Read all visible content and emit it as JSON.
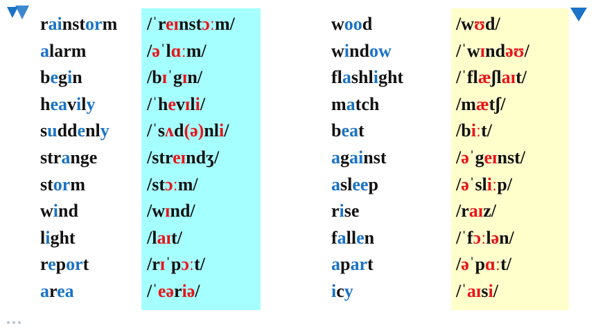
{
  "colors": {
    "vowel": "#1a73c6",
    "ipa_vowel": "#e8141b",
    "text": "#111111",
    "panel_left": "#a6ffff",
    "panel_right": "#ffffcc",
    "corner_icon": "#1a73c6"
  },
  "icons": {
    "top_left": "double-triangle-icon",
    "top_right": "triangle-down-icon",
    "bottom_left": "dots-icon"
  },
  "left_words": [
    [
      [
        "r",
        "k"
      ],
      [
        "ai",
        "b"
      ],
      [
        "nst",
        "k"
      ],
      [
        "or",
        "b"
      ],
      [
        "m",
        "k"
      ]
    ],
    [
      [
        "a",
        "b"
      ],
      [
        "larm",
        "k"
      ]
    ],
    [
      [
        "b",
        "k"
      ],
      [
        "e",
        "b"
      ],
      [
        "g",
        "k"
      ],
      [
        "i",
        "b"
      ],
      [
        "n",
        "k"
      ]
    ],
    [
      [
        "h",
        "k"
      ],
      [
        "ea",
        "b"
      ],
      [
        "v",
        "k"
      ],
      [
        "i",
        "b"
      ],
      [
        "l",
        "k"
      ],
      [
        "y",
        "b"
      ]
    ],
    [
      [
        "s",
        "k"
      ],
      [
        "u",
        "b"
      ],
      [
        "dd",
        "k"
      ],
      [
        "e",
        "b"
      ],
      [
        "nl",
        "k"
      ],
      [
        "y",
        "b"
      ]
    ],
    [
      [
        "str",
        "k"
      ],
      [
        "a",
        "b"
      ],
      [
        "nge",
        "k"
      ]
    ],
    [
      [
        "st",
        "k"
      ],
      [
        "or",
        "b"
      ],
      [
        "m",
        "k"
      ]
    ],
    [
      [
        "w",
        "k"
      ],
      [
        "i",
        "b"
      ],
      [
        "nd",
        "k"
      ]
    ],
    [
      [
        "l",
        "k"
      ],
      [
        "i",
        "b"
      ],
      [
        "ght",
        "k"
      ]
    ],
    [
      [
        "r",
        "k"
      ],
      [
        "e",
        "b"
      ],
      [
        "p",
        "k"
      ],
      [
        "or",
        "b"
      ],
      [
        "t",
        "k"
      ]
    ],
    [
      [
        "a",
        "b"
      ],
      [
        "r",
        "k"
      ],
      [
        "e",
        "b"
      ],
      [
        "a",
        "b"
      ]
    ]
  ],
  "left_ipa": [
    [
      [
        "/ˈr",
        "k"
      ],
      [
        "eɪ",
        "r"
      ],
      [
        "nst",
        "k"
      ],
      [
        "ɔː",
        "r"
      ],
      [
        "m/",
        "k"
      ]
    ],
    [
      [
        "/",
        "k"
      ],
      [
        "ə",
        "r"
      ],
      [
        "ˈl",
        "k"
      ],
      [
        "ɑː",
        "r"
      ],
      [
        "m/",
        "k"
      ]
    ],
    [
      [
        "/b",
        "k"
      ],
      [
        "ɪ",
        "r"
      ],
      [
        "ˈg",
        "k"
      ],
      [
        "ɪ",
        "r"
      ],
      [
        "n/",
        "k"
      ]
    ],
    [
      [
        "/ˈh",
        "k"
      ],
      [
        "e",
        "r"
      ],
      [
        "v",
        "k"
      ],
      [
        "ɪ",
        "r"
      ],
      [
        "l",
        "k"
      ],
      [
        "i",
        "r"
      ],
      [
        "/",
        "k"
      ]
    ],
    [
      [
        "/ˈs",
        "k"
      ],
      [
        "ʌ",
        "r"
      ],
      [
        "d",
        "k"
      ],
      [
        "(ə)",
        "r"
      ],
      [
        "nl",
        "k"
      ],
      [
        "i",
        "r"
      ],
      [
        "/",
        "k"
      ]
    ],
    [
      [
        "/str",
        "k"
      ],
      [
        "eɪ",
        "r"
      ],
      [
        "ndʒ/",
        "k"
      ]
    ],
    [
      [
        "/st",
        "k"
      ],
      [
        "ɔː",
        "r"
      ],
      [
        "m/",
        "k"
      ]
    ],
    [
      [
        "/w",
        "k"
      ],
      [
        "ɪ",
        "r"
      ],
      [
        "nd/",
        "k"
      ]
    ],
    [
      [
        "/l",
        "k"
      ],
      [
        "aɪ",
        "r"
      ],
      [
        "t/",
        "k"
      ]
    ],
    [
      [
        "/r",
        "k"
      ],
      [
        "ɪ",
        "r"
      ],
      [
        "ˈp",
        "k"
      ],
      [
        "ɔː",
        "r"
      ],
      [
        "t/",
        "k"
      ]
    ],
    [
      [
        "/ˈ",
        "k"
      ],
      [
        "eə",
        "r"
      ],
      [
        "r",
        "k"
      ],
      [
        "iə",
        "r"
      ],
      [
        "/",
        "k"
      ]
    ]
  ],
  "right_words": [
    [
      [
        "w",
        "k"
      ],
      [
        "oo",
        "b"
      ],
      [
        "d",
        "k"
      ]
    ],
    [
      [
        "w",
        "k"
      ],
      [
        "i",
        "b"
      ],
      [
        "nd",
        "k"
      ],
      [
        "ow",
        "b"
      ]
    ],
    [
      [
        "fl",
        "k"
      ],
      [
        "a",
        "b"
      ],
      [
        "shl",
        "k"
      ],
      [
        "i",
        "b"
      ],
      [
        "ght",
        "k"
      ]
    ],
    [
      [
        "m",
        "k"
      ],
      [
        "a",
        "b"
      ],
      [
        "tch",
        "k"
      ]
    ],
    [
      [
        "b",
        "k"
      ],
      [
        "ea",
        "b"
      ],
      [
        "t",
        "k"
      ]
    ],
    [
      [
        "a",
        "b"
      ],
      [
        "g",
        "k"
      ],
      [
        "ai",
        "b"
      ],
      [
        "nst",
        "k"
      ]
    ],
    [
      [
        "a",
        "b"
      ],
      [
        "sl",
        "k"
      ],
      [
        "ee",
        "b"
      ],
      [
        "p",
        "k"
      ]
    ],
    [
      [
        "r",
        "k"
      ],
      [
        "i",
        "b"
      ],
      [
        "se",
        "k"
      ]
    ],
    [
      [
        "f",
        "k"
      ],
      [
        "a",
        "b"
      ],
      [
        "ll",
        "k"
      ],
      [
        "e",
        "b"
      ],
      [
        "n",
        "k"
      ]
    ],
    [
      [
        "a",
        "b"
      ],
      [
        "p",
        "k"
      ],
      [
        "ar",
        "b"
      ],
      [
        "t",
        "k"
      ]
    ],
    [
      [
        "i",
        "b"
      ],
      [
        "c",
        "k"
      ],
      [
        "y",
        "b"
      ]
    ]
  ],
  "right_ipa": [
    [
      [
        "/w",
        "k"
      ],
      [
        "ʊ",
        "r"
      ],
      [
        "d/",
        "k"
      ]
    ],
    [
      [
        "/ˈw",
        "k"
      ],
      [
        "ɪ",
        "r"
      ],
      [
        "nd",
        "k"
      ],
      [
        "əʊ",
        "r"
      ],
      [
        "/",
        "k"
      ]
    ],
    [
      [
        "/ˈfl",
        "k"
      ],
      [
        "æ",
        "r"
      ],
      [
        "ʃl",
        "k"
      ],
      [
        "aɪ",
        "r"
      ],
      [
        "t/",
        "k"
      ]
    ],
    [
      [
        "/m",
        "k"
      ],
      [
        "æ",
        "r"
      ],
      [
        "tʃ/",
        "k"
      ]
    ],
    [
      [
        "/b",
        "k"
      ],
      [
        "iː",
        "r"
      ],
      [
        "t/",
        "k"
      ]
    ],
    [
      [
        "/",
        "k"
      ],
      [
        "ə",
        "r"
      ],
      [
        "ˈg",
        "k"
      ],
      [
        "eɪ",
        "r"
      ],
      [
        "nst/",
        "k"
      ]
    ],
    [
      [
        "/",
        "k"
      ],
      [
        "ə",
        "r"
      ],
      [
        "ˈsl",
        "k"
      ],
      [
        "iː",
        "r"
      ],
      [
        "p/",
        "k"
      ]
    ],
    [
      [
        "/r",
        "k"
      ],
      [
        "aɪ",
        "r"
      ],
      [
        "z/",
        "k"
      ]
    ],
    [
      [
        "/ˈf",
        "k"
      ],
      [
        "ɔː",
        "r"
      ],
      [
        "l",
        "k"
      ],
      [
        "ə",
        "r"
      ],
      [
        "n/",
        "k"
      ]
    ],
    [
      [
        "/",
        "k"
      ],
      [
        "ə",
        "r"
      ],
      [
        "ˈp",
        "k"
      ],
      [
        "ɑː",
        "r"
      ],
      [
        "t/",
        "k"
      ]
    ],
    [
      [
        "/ˈ",
        "k"
      ],
      [
        "aɪ",
        "r"
      ],
      [
        "s",
        "k"
      ],
      [
        "i",
        "r"
      ],
      [
        "/",
        "k"
      ]
    ]
  ]
}
